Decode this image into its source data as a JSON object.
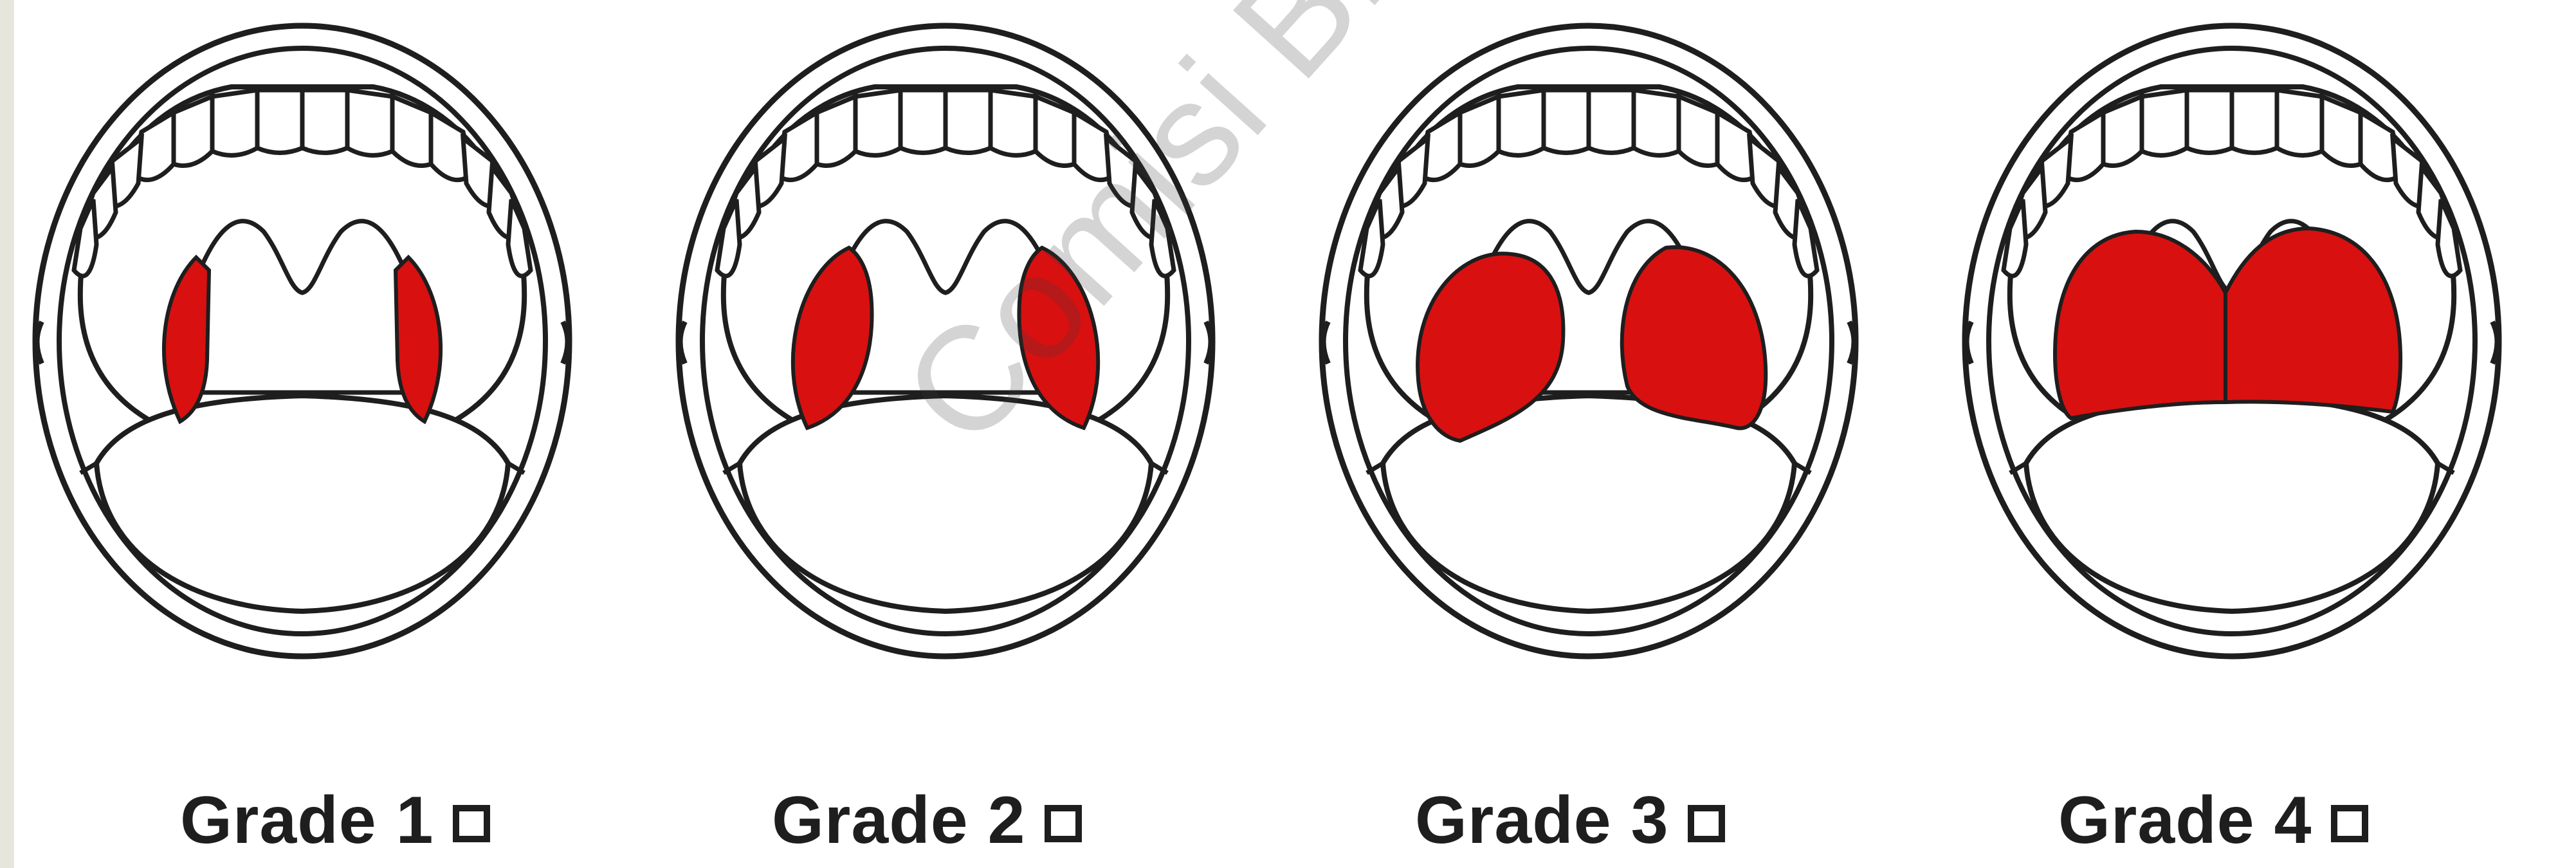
{
  "labels": [
    {
      "name": "Grade",
      "number": "1"
    },
    {
      "name": "Grade",
      "number": "2"
    },
    {
      "name": "Grade",
      "number": "3"
    },
    {
      "name": "Grade",
      "number": "4"
    }
  ],
  "tonsil_color": "#d81010",
  "line_color": "#1e1e1e",
  "watermark": "Comisi BPJS Ke"
}
